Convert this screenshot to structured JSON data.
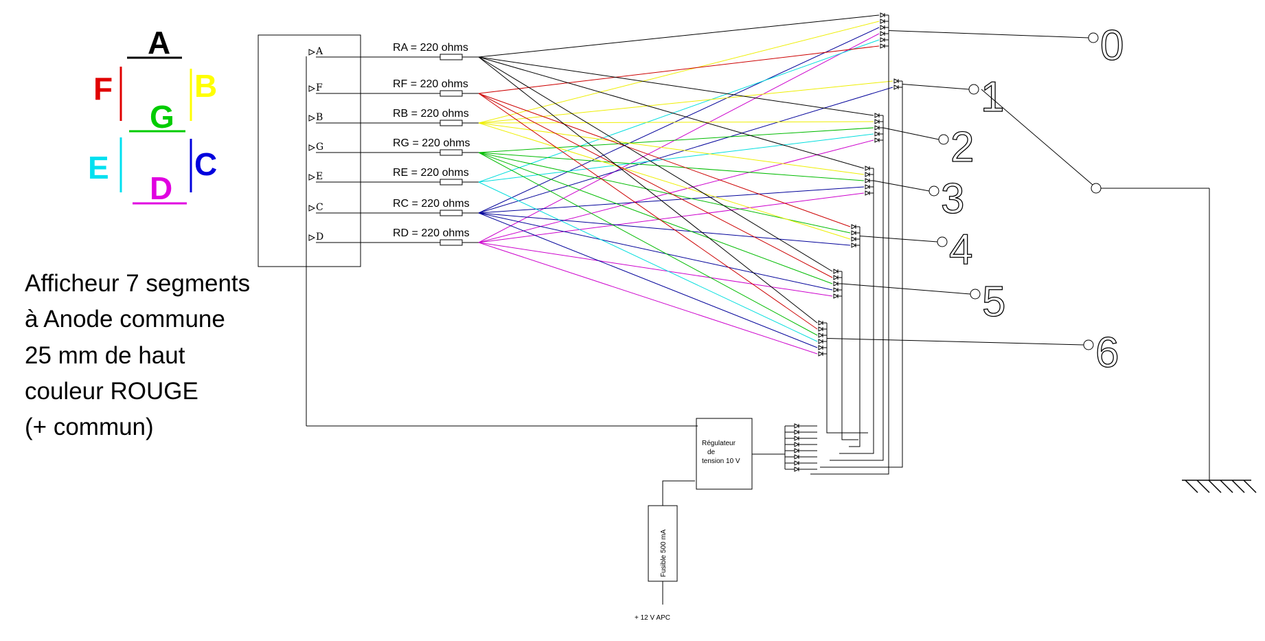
{
  "segment_legend": {
    "A": {
      "label": "A",
      "color": "#000000"
    },
    "B": {
      "label": "B",
      "color": "#ffff00"
    },
    "C": {
      "label": "C",
      "color": "#0000dd"
    },
    "D": {
      "label": "D",
      "color": "#e000e0"
    },
    "E": {
      "label": "E",
      "color": "#00e0f0"
    },
    "F": {
      "label": "F",
      "color": "#e00000"
    },
    "G": {
      "label": "G",
      "color": "#00cc00"
    }
  },
  "description": {
    "line1": "Afficheur 7 segments",
    "line2": "à Anode commune",
    "line3": "25 mm de haut",
    "line4": "couleur ROUGE",
    "line5": "(+ commun)"
  },
  "display_pins": [
    "A",
    "F",
    "B",
    "G",
    "E",
    "C",
    "D"
  ],
  "resistors": [
    {
      "label": "RA = 220 ohms",
      "segment": "A",
      "color": "#000000"
    },
    {
      "label": "RF = 220 ohms",
      "segment": "F",
      "color": "#cc0000"
    },
    {
      "label": "RB = 220 ohms",
      "segment": "B",
      "color": "#eeee00"
    },
    {
      "label": "RG = 220 ohms",
      "segment": "G",
      "color": "#00bb00"
    },
    {
      "label": "RE = 220 ohms",
      "segment": "E",
      "color": "#00dddd"
    },
    {
      "label": "RC = 220 ohms",
      "segment": "C",
      "color": "#000099"
    },
    {
      "label": "RD = 220 ohms",
      "segment": "D",
      "color": "#cc00cc"
    }
  ],
  "outputs": [
    "0",
    "1",
    "2",
    "3",
    "4",
    "5",
    "6"
  ],
  "regulator": {
    "line1": "Régulateur",
    "line2": "de",
    "line3": "tension 10 V"
  },
  "fuse": {
    "label": "Fusible 500 mA"
  },
  "supply": {
    "label": "+ 12  V  APC"
  }
}
